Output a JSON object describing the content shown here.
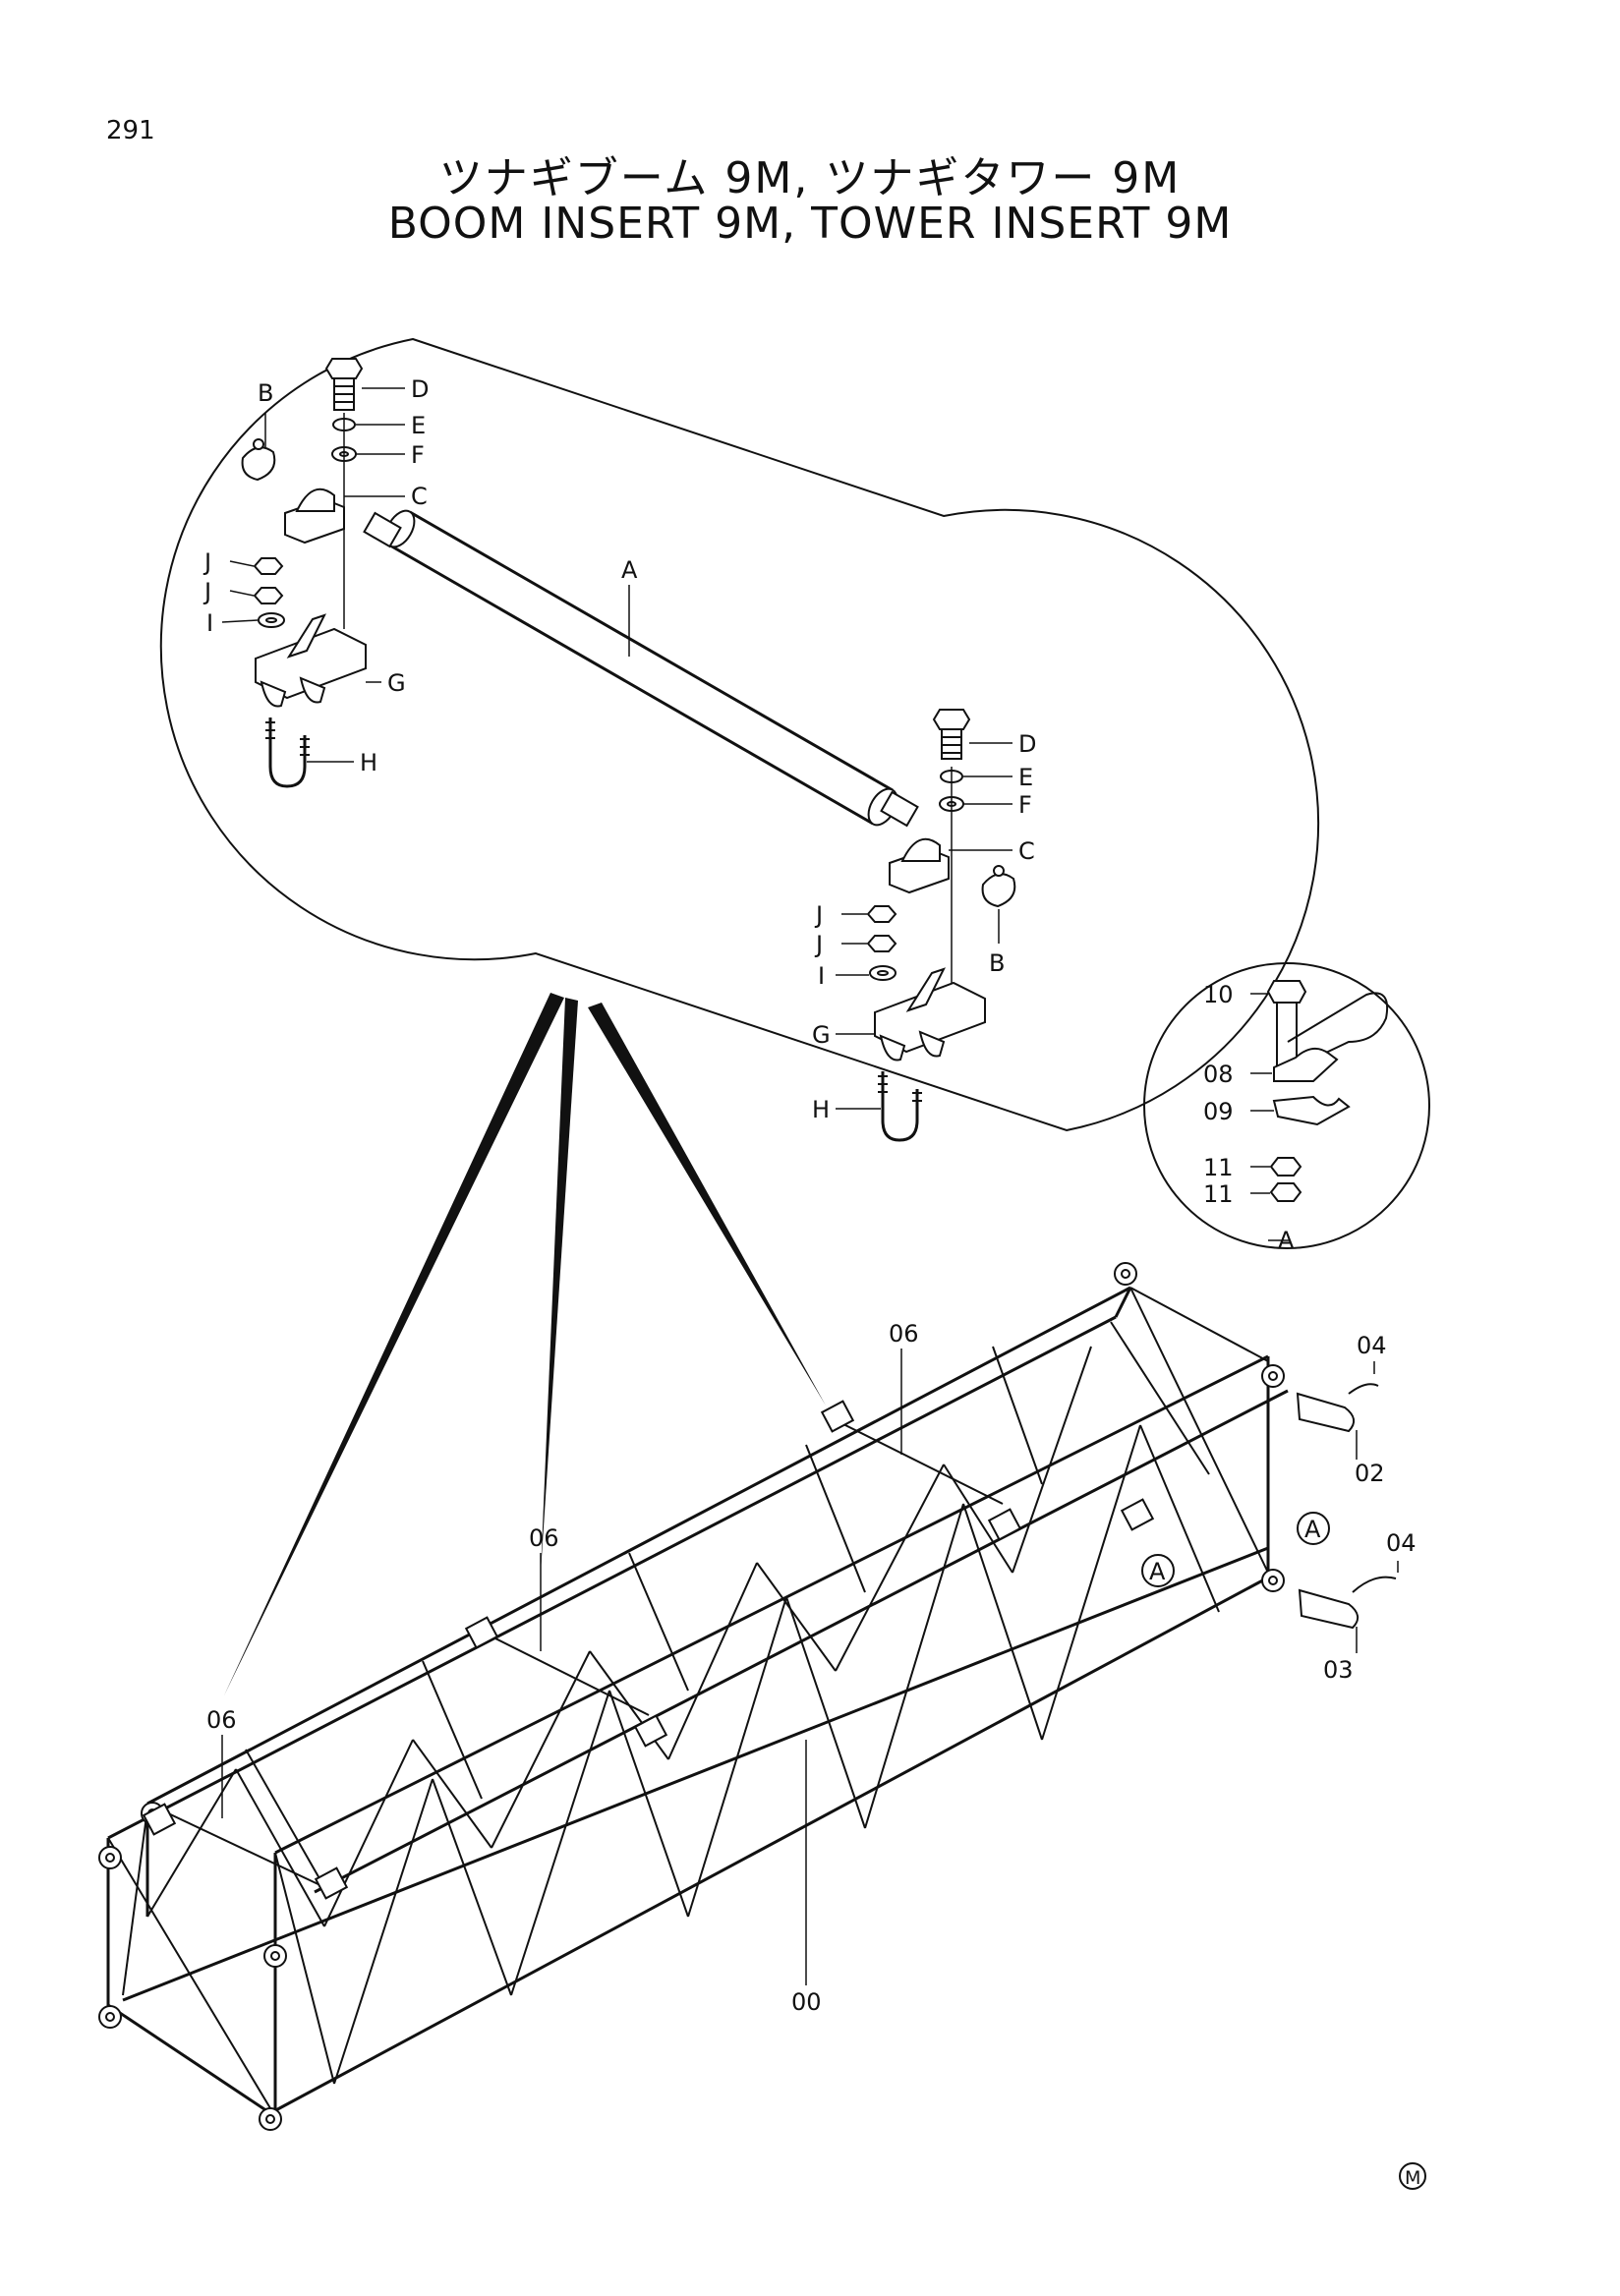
{
  "page_number": "291",
  "title_jp": "ツナギブーム 9M, ツナギタワー 9M",
  "title_en": "BOOM INSERT 9M, TOWER INSERT 9M",
  "callouts": {
    "A": "A",
    "B": "B",
    "C": "C",
    "D": "D",
    "E": "E",
    "F": "F",
    "G": "G",
    "H": "H",
    "I": "I",
    "J": "J"
  },
  "parts": {
    "p00": "00",
    "p02": "02",
    "p03": "03",
    "p04": "04",
    "p06": "06",
    "p08": "08",
    "p09": "09",
    "p10": "10",
    "p11": "11"
  },
  "mark": "M"
}
